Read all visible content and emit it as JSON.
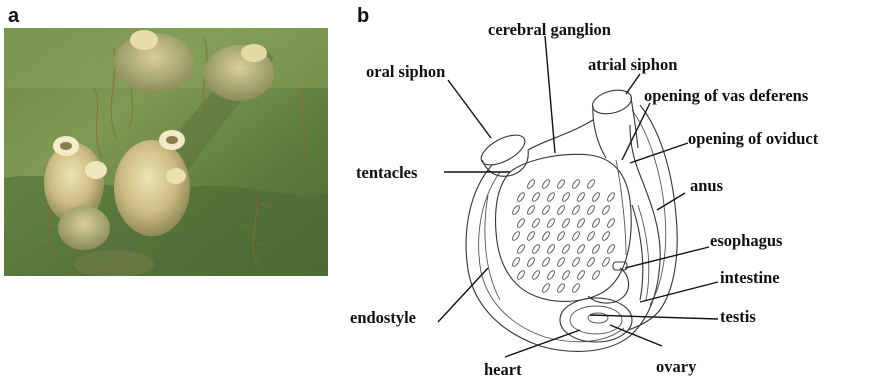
{
  "panels": {
    "a": {
      "letter": "a"
    },
    "b": {
      "letter": "b"
    }
  },
  "labels": {
    "cerebral_ganglion": "cerebral ganglion",
    "oral_siphon": "oral siphon",
    "atrial_siphon": "atrial siphon",
    "opening_vas_deferens": "opening of vas deferens",
    "opening_oviduct": "opening of oviduct",
    "tentacles": "tentacles",
    "anus": "anus",
    "esophagus": "esophagus",
    "intestine": "intestine",
    "endostyle": "endostyle",
    "testis": "testis",
    "ovary": "ovary",
    "heart": "heart"
  }
}
